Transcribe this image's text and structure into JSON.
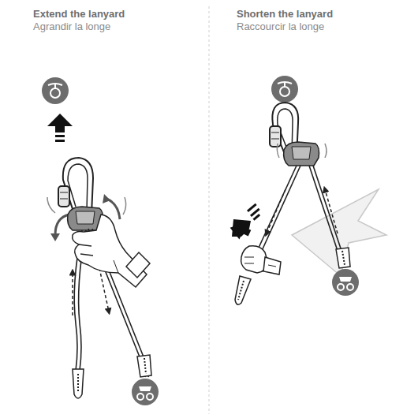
{
  "diagram": {
    "labels": [
      "Extend the lanyard",
      "Agrandir la longe",
      "Shorten the lanyard",
      "Raccourcir la longe"
    ]
  }
}
